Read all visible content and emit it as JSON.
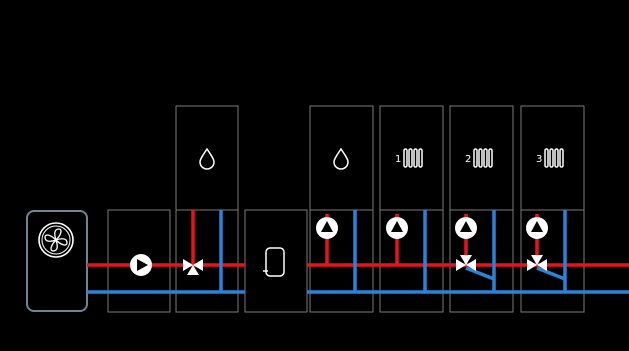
{
  "schematic": {
    "modules": [
      {
        "type": "heat-pump",
        "icon": "fan-icon"
      },
      {
        "type": "circulation-pump",
        "icon": "pump-icon"
      },
      {
        "type": "dhw-diverter",
        "icon": "water-drop-icon",
        "valve": "three-way-valve-icon"
      },
      {
        "type": "buffer-tank",
        "icon": "tank-icon"
      },
      {
        "type": "dhw-pump-circuit",
        "icon": "water-drop-icon",
        "pump": "pump-icon"
      },
      {
        "type": "heating-circuit",
        "number": "1",
        "icon": "radiator-icon",
        "pump": "pump-icon"
      },
      {
        "type": "heating-circuit",
        "number": "2",
        "icon": "radiator-icon",
        "pump": "pump-icon",
        "valve": "mixing-valve-icon"
      },
      {
        "type": "heating-circuit",
        "number": "3",
        "icon": "radiator-icon",
        "pump": "pump-icon",
        "valve": "mixing-valve-icon"
      }
    ],
    "colors": {
      "background": "#000000",
      "flow_line": "#e8141c",
      "return_line": "#2a83d8",
      "box_border": "#7a7a7a",
      "heat_pump_border": "#6f8596",
      "icon": "#ffffff"
    }
  }
}
